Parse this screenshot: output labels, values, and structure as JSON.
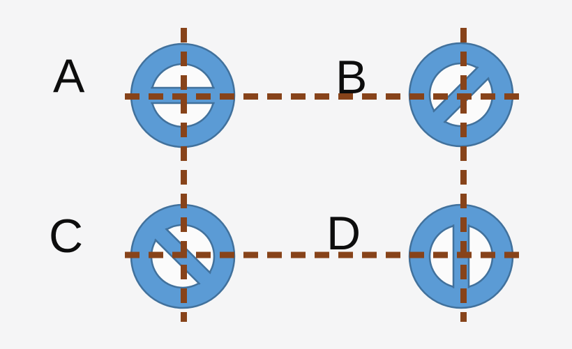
{
  "canvas": {
    "description": "2x2 grid of blue prohibition-style circle symbols crossed by brown dashed reference lines"
  },
  "colors": {
    "page_background": "#f5f5f6",
    "symbol_fill": "#5b9bd5",
    "symbol_stroke": "#41719c",
    "symbol_inner_fill": "#fbfbfb",
    "dash_color": "#87431a",
    "label_color": "#0d0d0d"
  },
  "symbols": [
    {
      "label": "A",
      "icon": "no-symbol-horizontal-bar",
      "bar_orientation": "horizontal",
      "bar_angle": 0
    },
    {
      "label": "B",
      "icon": "no-symbol-diagonal-rising-bar",
      "bar_orientation": "diagonal-rising",
      "bar_angle": -45
    },
    {
      "label": "C",
      "icon": "no-symbol-diagonal-falling-bar",
      "bar_orientation": "diagonal-falling",
      "bar_angle": 45
    },
    {
      "label": "D",
      "icon": "no-symbol-vertical-bar",
      "bar_orientation": "vertical",
      "bar_angle": 90
    }
  ],
  "guides": {
    "vertical_lines": 2,
    "horizontal_lines": 2,
    "style": "dashed"
  }
}
